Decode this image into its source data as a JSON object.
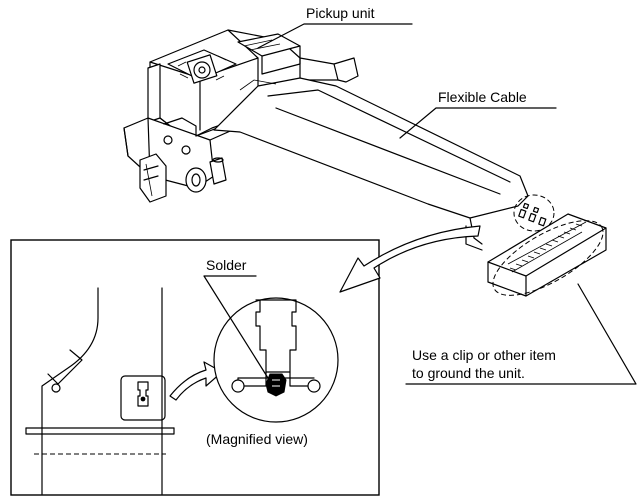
{
  "labels": {
    "pickup_unit": "Pickup unit",
    "flexible_cable": "Flexible Cable",
    "solder": "Solder",
    "magnified_view": "(Magnified view)",
    "instruction_line1": "Use a clip or other item",
    "instruction_line2": "to ground the unit."
  }
}
